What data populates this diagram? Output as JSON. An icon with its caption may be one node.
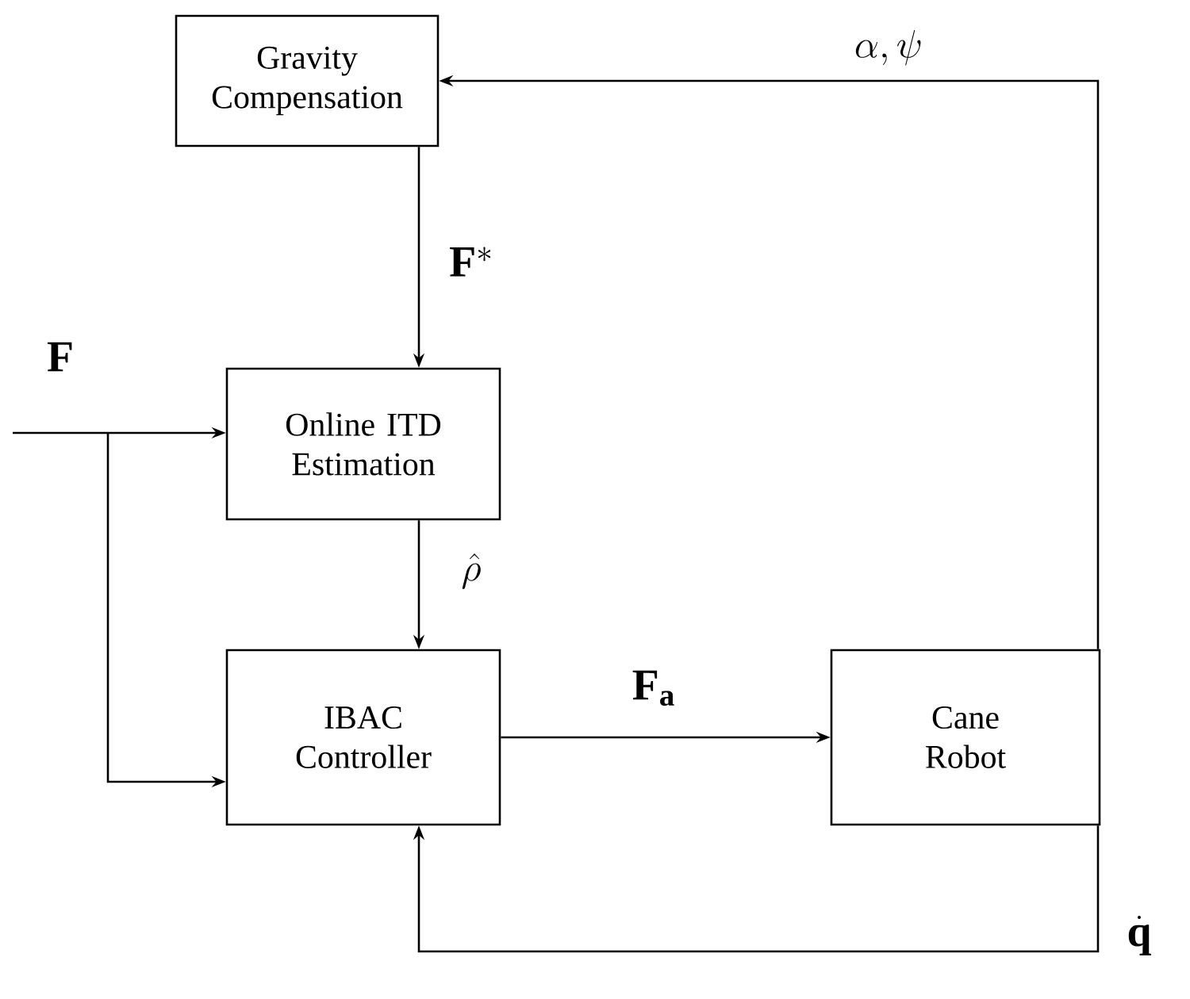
{
  "diagram": {
    "nodes": [
      {
        "text": [
          "Gravity Compensation"
        ]
      },
      {
        "text": [
          "Online ITD Estimation"
        ]
      },
      {
        "text": [
          "IBAC Controller"
        ]
      },
      {
        "text": [
          "Cane Robot"
        ]
      }
    ],
    "edges": [
      {
        "from": 0,
        "to": 1,
        "arrow": "to",
        "label": "\\mathbf{F}^{*}"
      },
      {
        "from": 1,
        "to": 2,
        "arrow": "to",
        "label": "\\hat{\\rho}"
      },
      {
        "from": 2,
        "to": 3,
        "arrow": "to",
        "label": "\\mathbf{F}_{\\mathbf{a}}"
      },
      {
        "from": 3,
        "to": 0,
        "arrow": "to",
        "label": "\\alpha,\\psi"
      },
      {
        "from": 3,
        "to": 2,
        "arrow": "to",
        "label": "\\dot{\\mathbf{q}}"
      },
      {
        "from": null,
        "to": 1,
        "arrow": "to",
        "label": "\\mathbf{F}"
      },
      {
        "from": null,
        "to": 2,
        "arrow": "to"
      }
    ]
  }
}
